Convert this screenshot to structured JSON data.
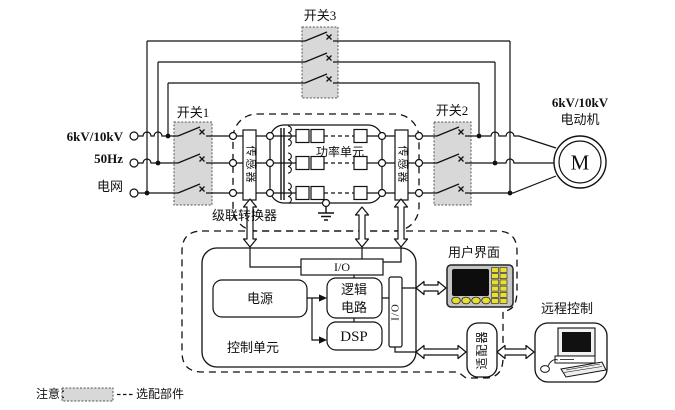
{
  "grid": {
    "voltage": "6kV/10kV",
    "frequency": "50Hz",
    "name": "电网"
  },
  "switches": {
    "sw1": "开关1",
    "sw2": "开关2",
    "sw3": "开关3"
  },
  "converter": {
    "label": "级联转换器",
    "sensor_left": "传感器",
    "sensor_right": "传感器",
    "power_unit": "功率单元"
  },
  "control_unit": {
    "label": "控制单元",
    "io_top": "I/O",
    "power_supply": "电源",
    "logic_circuit": "逻辑\n电路",
    "dsp": "DSP",
    "io_side": "I/O"
  },
  "user_interface": {
    "label": "用户界面"
  },
  "remote": {
    "label": "远程控制",
    "adapter": "适配器"
  },
  "motor": {
    "voltage": "6kV/10kV",
    "name": "电动机",
    "symbol": "M"
  },
  "note": {
    "prefix": "注意：",
    "legend": "选配部件"
  },
  "colors": {
    "line": "#111111",
    "optional_fill": "#d8d8d8",
    "key_yellow": "#e8df2e",
    "screen_black": "#0d0d0d",
    "background": "#ffffff"
  }
}
